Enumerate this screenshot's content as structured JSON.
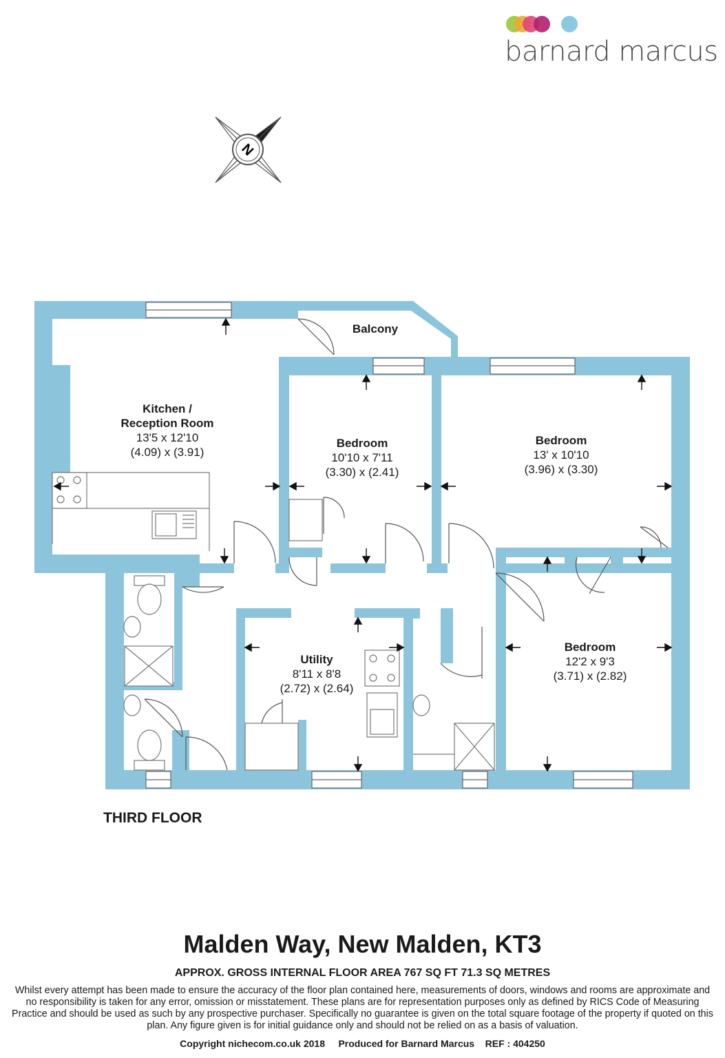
{
  "brand": {
    "name": "barnard marcus",
    "dot_colors": [
      "#9bc53d",
      "#f0a830",
      "#e0457b",
      "#b0206e",
      "#7ec3df"
    ]
  },
  "compass": {
    "letter": "N"
  },
  "colors": {
    "wall": "#8cc4dc",
    "fixture": "#8a8a8a"
  },
  "rooms": {
    "kitchen": {
      "name_line1": "Kitchen /",
      "name_line2": "Reception Room",
      "imperial": "13'5 x 12'10",
      "metric": "(4.09) x (3.91)"
    },
    "balcony": {
      "name": "Balcony"
    },
    "bedroom1": {
      "name": "Bedroom",
      "imperial": "10'10 x 7'11",
      "metric": "(3.30) x (2.41)"
    },
    "bedroom2": {
      "name": "Bedroom",
      "imperial": "13' x 10'10",
      "metric": "(3.96) x (3.30)"
    },
    "utility": {
      "name": "Utility",
      "imperial": "8'11 x 8'8",
      "metric": "(2.72) x (2.64)"
    },
    "bedroom3": {
      "name": "Bedroom",
      "imperial": "12'2 x 9'3",
      "metric": "(3.71) x (2.82)"
    }
  },
  "floor_label": "THIRD FLOOR",
  "address": "Malden Way, New Malden, KT3",
  "area": "APPROX. GROSS INTERNAL FLOOR AREA 767 SQ FT 71.3 SQ METRES",
  "disclaimer": "Whilst every attempt has been made to ensure the accuracy of the floor plan contained here, measurements of doors, windows and rooms are approximate and no responsibility is taken for any error, omission or misstatement. These plans are for representation purposes only as defined by RICS Code of Measuring Practice and should be used as such by any prospective purchaser.  Specifically no guarantee is given on the total square footage of the property if quoted on this plan. Any figure given is for initial guidance only and should not be relied on as a basis of valuation.",
  "footer": {
    "copyright": "Copyright nichecom.co.uk 2018",
    "produced": "Produced for Barnard Marcus",
    "ref": "REF : 404250"
  }
}
